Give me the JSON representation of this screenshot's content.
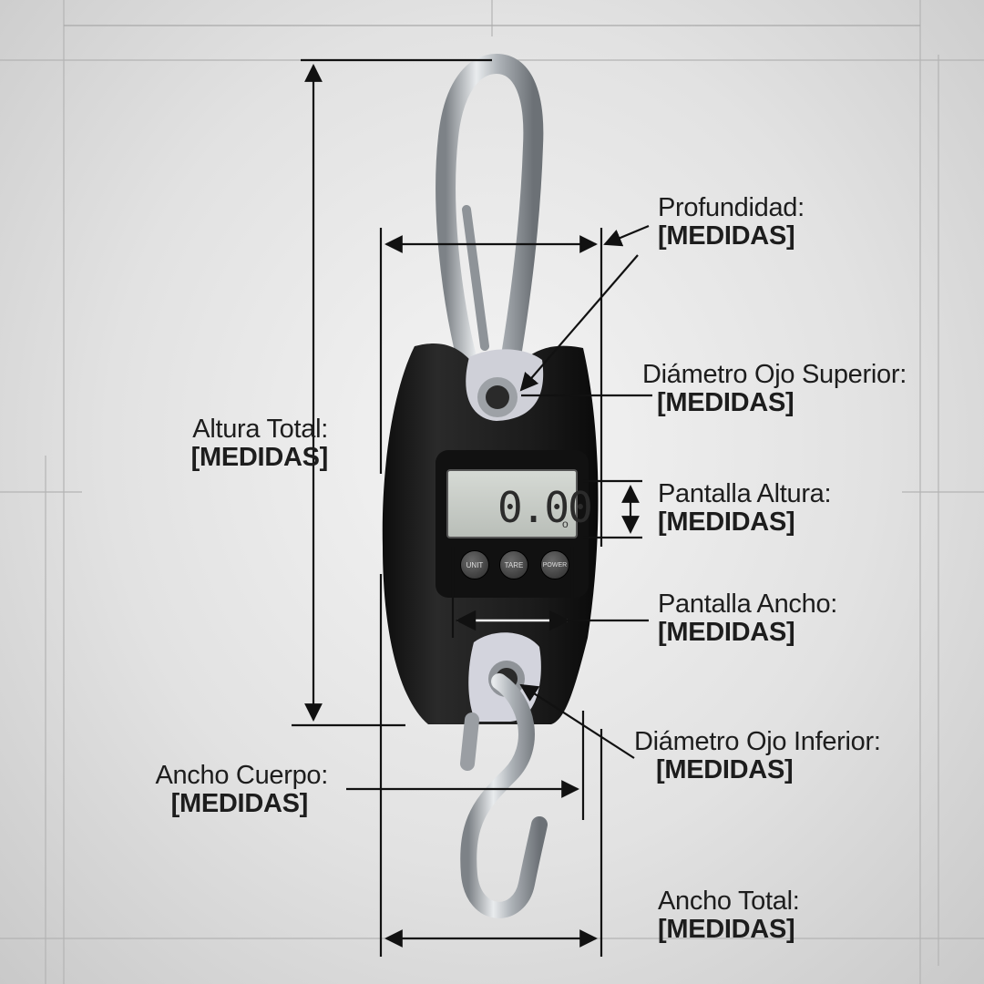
{
  "display": {
    "reading": "0.00",
    "unit_mark": "o"
  },
  "buttons": {
    "unit": "UNIT",
    "tare": "TARE",
    "power": "POWER"
  },
  "labels": {
    "profundidad": {
      "name": "Profundidad:",
      "value": "[MEDIDAS]"
    },
    "diametro_superior": {
      "name": "Diámetro Ojo Superior:",
      "value": "[MEDIDAS]"
    },
    "altura_total": {
      "name": "Altura Total:",
      "value": "[MEDIDAS]"
    },
    "pantalla_altura": {
      "name": "Pantalla Altura:",
      "value": "[MEDIDAS]"
    },
    "pantalla_ancho": {
      "name": "Pantalla Ancho:",
      "value": "[MEDIDAS]"
    },
    "diametro_inferior": {
      "name": "Diámetro Ojo Inferior:",
      "value": "[MEDIDAS]"
    },
    "ancho_cuerpo": {
      "name": "Ancho Cuerpo:",
      "value": "[MEDIDAS]"
    },
    "ancho_total": {
      "name": "Ancho Total:",
      "value": "[MEDIDAS]"
    }
  },
  "colors": {
    "body": "#1b1b1b",
    "screen": "#c9cdc8",
    "metal": "#b8bcc0",
    "line": "#1a1a1a"
  }
}
